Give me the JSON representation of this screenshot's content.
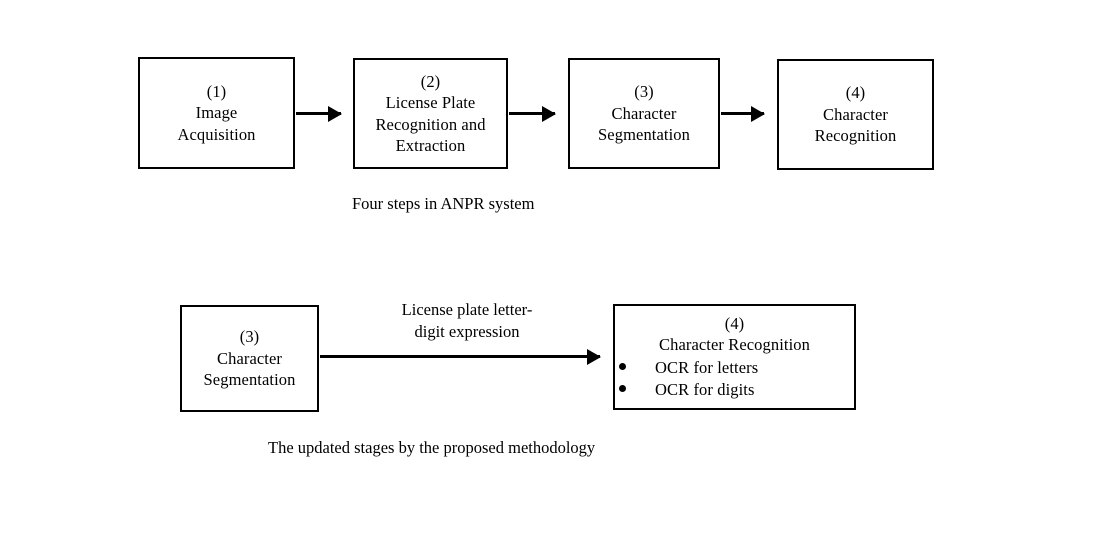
{
  "diagram": {
    "top_flow": {
      "caption": "Four steps in ANPR system",
      "nodes": [
        {
          "index": "(1)",
          "line1": "Image",
          "line2": "Acquisition",
          "line3": ""
        },
        {
          "index": "(2)",
          "line1": "License Plate",
          "line2": "Recognition and",
          "line3": "Extraction"
        },
        {
          "index": "(3)",
          "line1": "Character",
          "line2": "Segmentation",
          "line3": ""
        },
        {
          "index": "(4)",
          "line1": "Character",
          "line2": "Recognition",
          "line3": ""
        }
      ]
    },
    "bottom_flow": {
      "caption": "The updated stages by the proposed methodology",
      "edge_label_line1": "License plate letter-",
      "edge_label_line2": "digit expression",
      "source_node": {
        "index": "(3)",
        "line1": "Character",
        "line2": "Segmentation"
      },
      "target_node": {
        "index": "(4)",
        "title": "Character Recognition",
        "bullets": [
          "OCR for letters",
          "OCR for digits"
        ]
      }
    },
    "colors": {
      "stroke": "#000000",
      "background": "#ffffff",
      "text": "#000000"
    }
  }
}
